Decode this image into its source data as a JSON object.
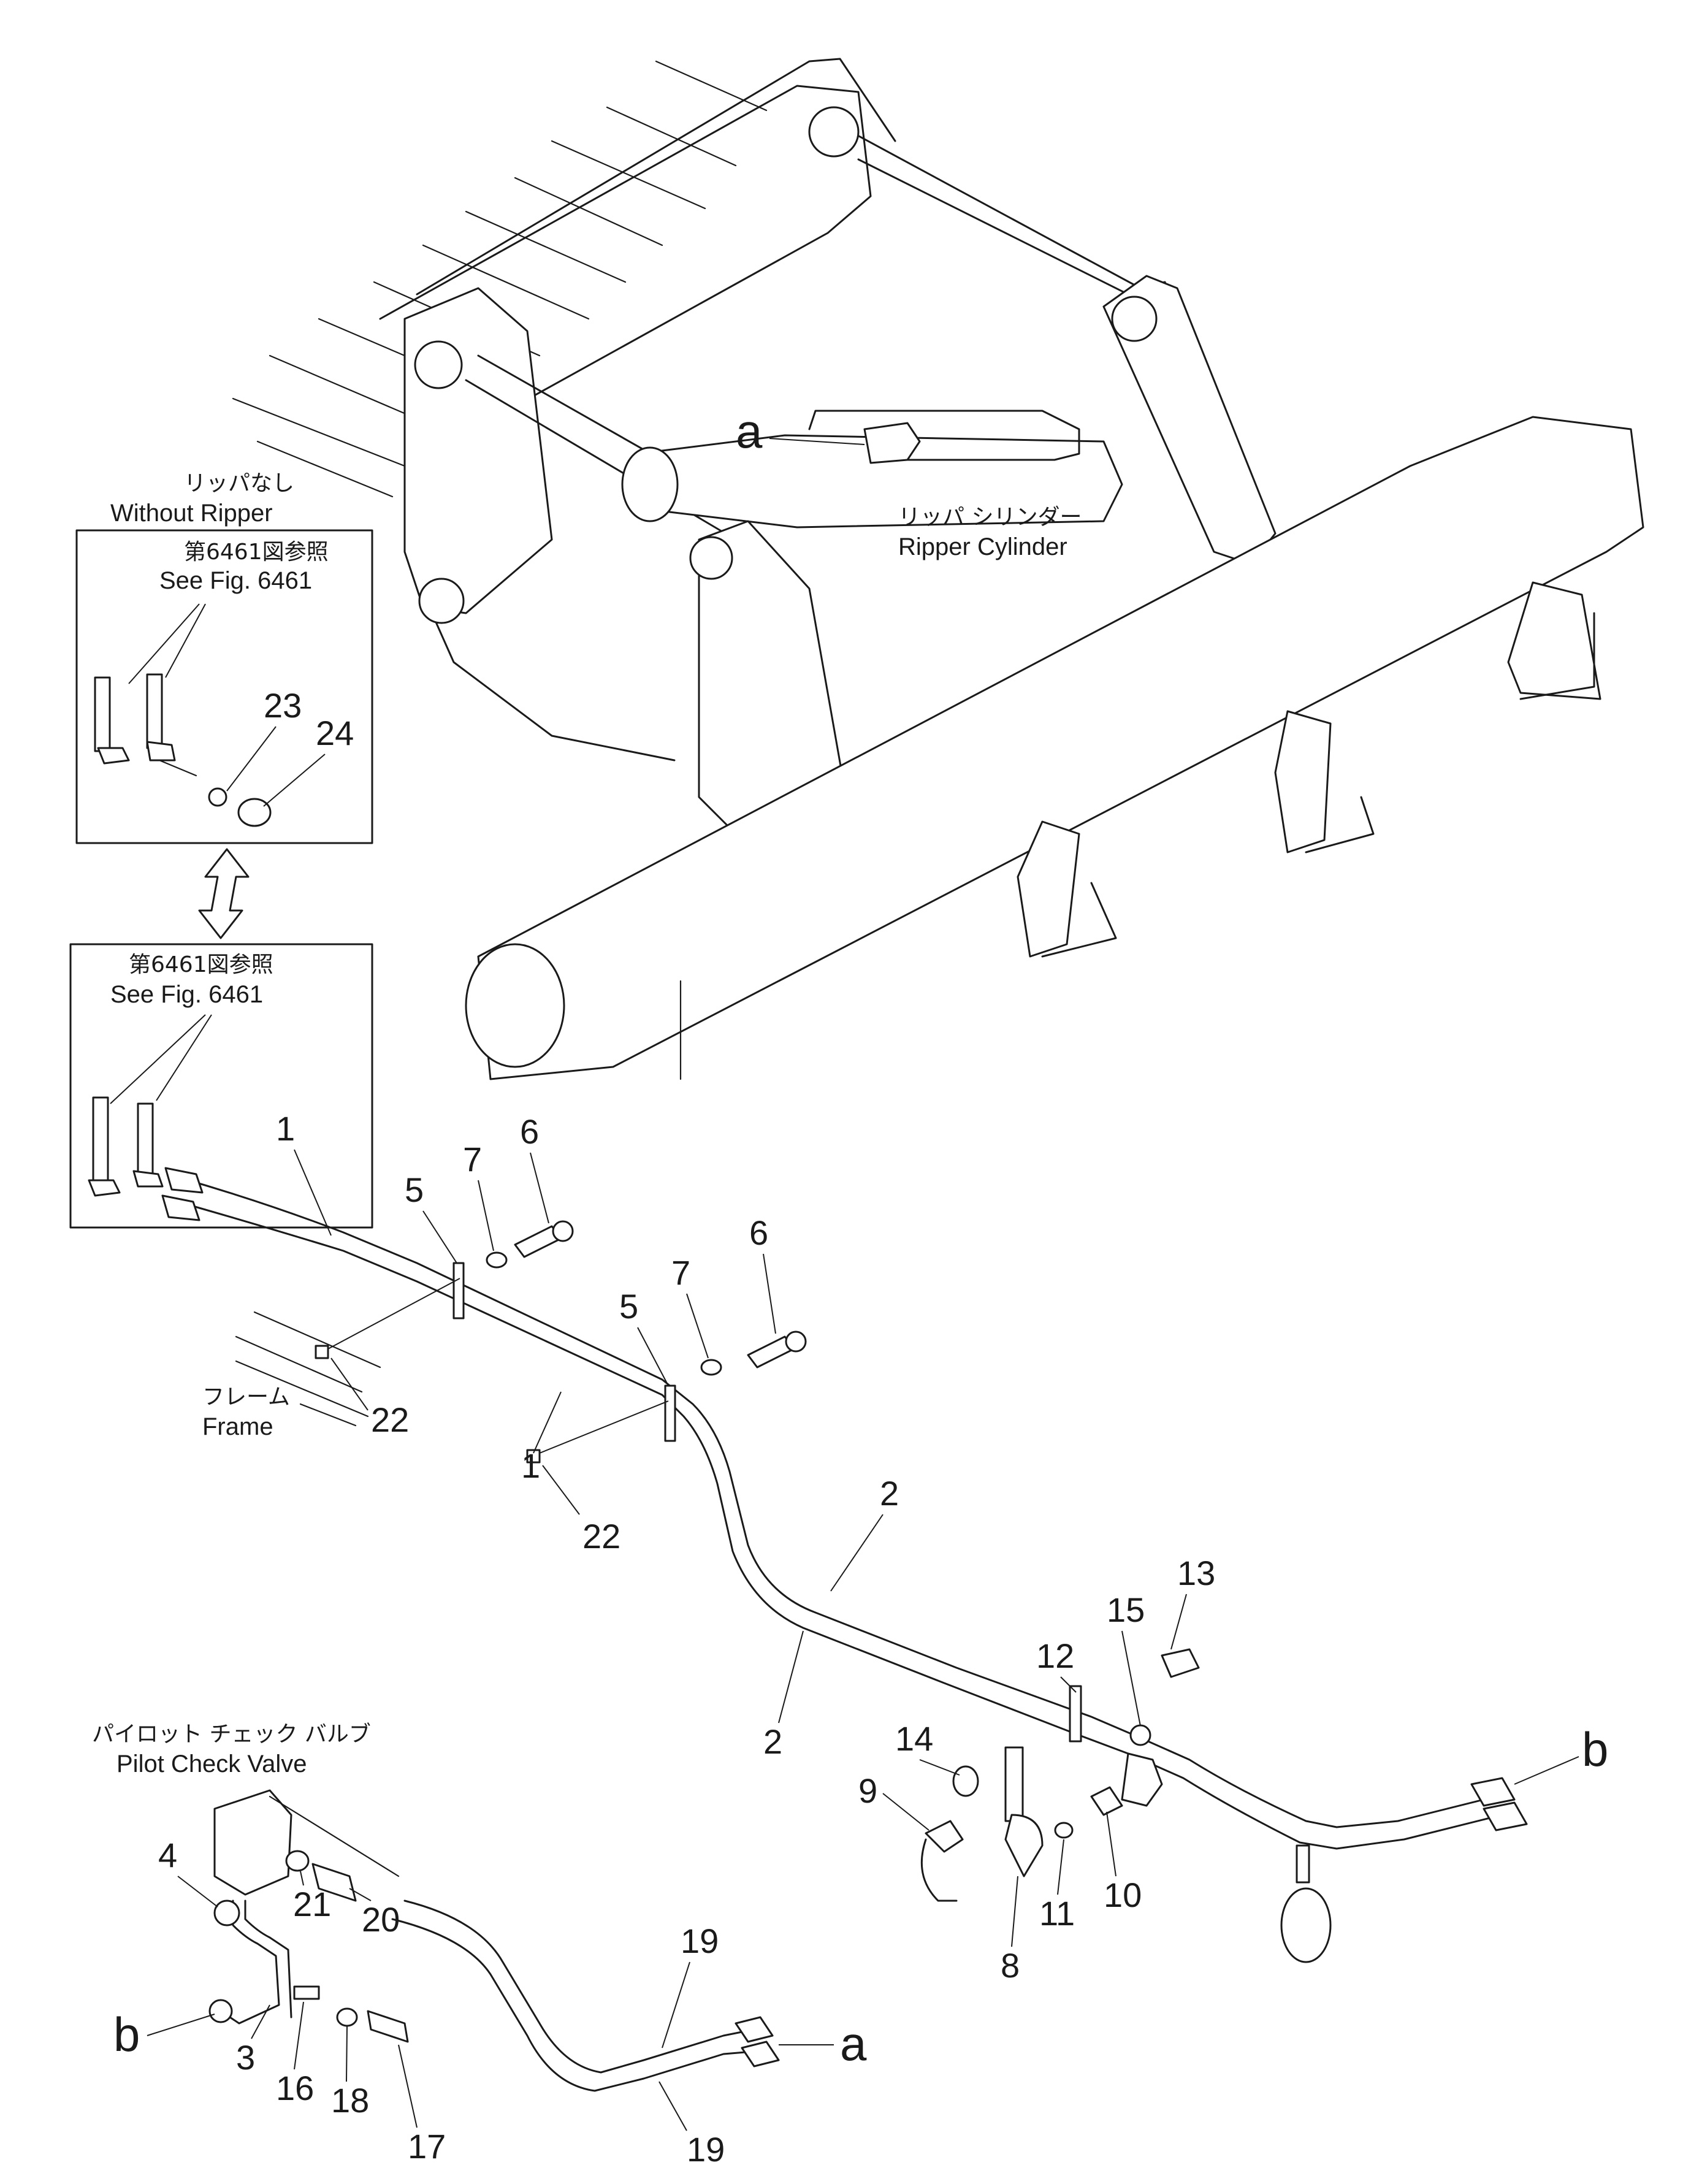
{
  "labels": {
    "without_ripper_jp": "リッパなし",
    "without_ripper_en": "Without Ripper",
    "see_fig_jp_1": "第6461図参照",
    "see_fig_en_1": "See Fig. 6461",
    "see_fig_jp_2": "第6461図参照",
    "see_fig_en_2": "See Fig. 6461",
    "ripper_cylinder_jp": "リッパ シリンダー",
    "ripper_cylinder_en": "Ripper Cylinder",
    "frame_jp": "フレーム",
    "frame_en": "Frame",
    "pilot_check_valve_jp": "パイロット チェック バルブ",
    "pilot_check_valve_en": "Pilot Check Valve"
  },
  "callouts": {
    "c1a": "1",
    "c1b": "1",
    "c2a": "2",
    "c2b": "2",
    "c3": "3",
    "c4": "4",
    "c5a": "5",
    "c5b": "5",
    "c6a": "6",
    "c6b": "6",
    "c7a": "7",
    "c7b": "7",
    "c8": "8",
    "c9": "9",
    "c10": "10",
    "c11": "11",
    "c12": "12",
    "c13": "13",
    "c14": "14",
    "c15": "15",
    "c16": "16",
    "c17": "17",
    "c18": "18",
    "c19a": "19",
    "c19b": "19",
    "c20": "20",
    "c21": "21",
    "c22a": "22",
    "c22b": "22",
    "c23": "23",
    "c24": "24"
  },
  "letters": {
    "a_top": "a",
    "a_bottom": "a",
    "b_left": "b",
    "b_right": "b"
  }
}
